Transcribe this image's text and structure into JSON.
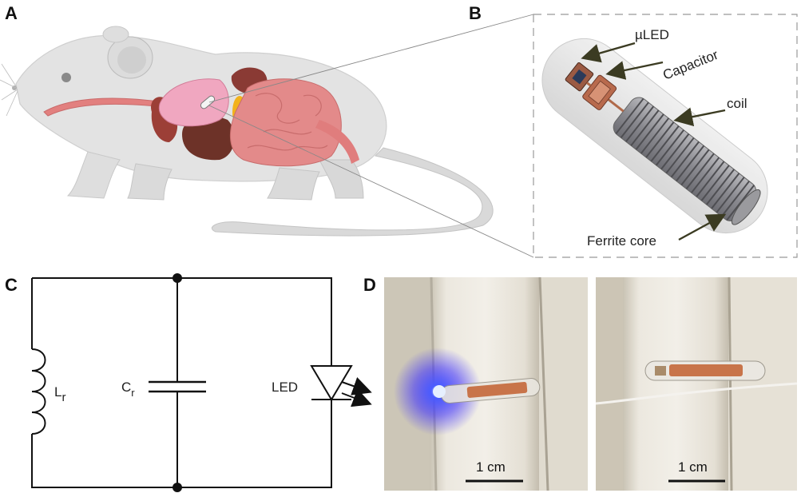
{
  "panels": {
    "a": {
      "letter": "A"
    },
    "b": {
      "letter": "B",
      "labels": {
        "uled": "µLED",
        "capacitor": "Capacitor",
        "coil": "coil",
        "ferrite": "Ferrite core"
      }
    },
    "c": {
      "letter": "C",
      "inductor": {
        "symbol": "L",
        "subscript": "r"
      },
      "capacitor": {
        "symbol": "C",
        "subscript": "r"
      },
      "led": "LED"
    },
    "d": {
      "letter": "D",
      "photos": [
        {
          "state": "on",
          "scale_label": "1 cm"
        },
        {
          "state": "off",
          "scale_label": "1 cm"
        }
      ]
    }
  },
  "colors": {
    "led_glow": "#3a2cff",
    "copper": "#c8744a",
    "tissue_pink": "#e9a0a8",
    "fabric": "#d8d3c7"
  }
}
